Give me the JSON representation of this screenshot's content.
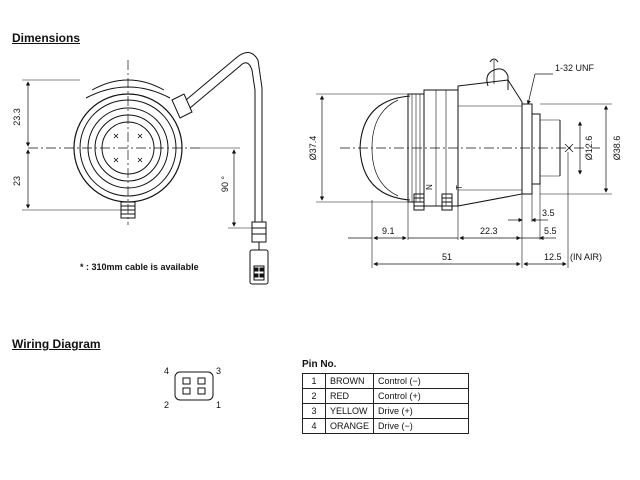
{
  "headings": {
    "dimensions": "Dimensions",
    "wiring": "Wiring Diagram",
    "pin_no": "Pin No."
  },
  "front_view": {
    "dim_top": "23.3",
    "dim_bottom": "23",
    "dim_cable_angle": "90 °",
    "cable_note": "* : 310mm cable is available"
  },
  "side_view": {
    "thread": "1-32  UNF",
    "dia_body": "Ø37.4",
    "dia_inner": "Ø12.6",
    "dia_outer": "Ø38.6",
    "label_n": "N",
    "label_t": "T",
    "dim_3_5": "3.5",
    "dim_9_1": "9.1",
    "dim_22_3": "22.3",
    "dim_5_5": "5.5",
    "dim_51": "51",
    "dim_12_5": "12.5",
    "in_air": "(IN AIR)"
  },
  "connector": {
    "pin4": "4",
    "pin3": "3",
    "pin2": "2",
    "pin1": "1"
  },
  "pins": [
    {
      "num": "1",
      "color": "BROWN",
      "function": "Control (−)"
    },
    {
      "num": "2",
      "color": "RED",
      "function": "Control (+)"
    },
    {
      "num": "3",
      "color": "YELLOW",
      "function": "Drive (+)"
    },
    {
      "num": "4",
      "color": "ORANGE",
      "function": "Drive (−)"
    }
  ]
}
